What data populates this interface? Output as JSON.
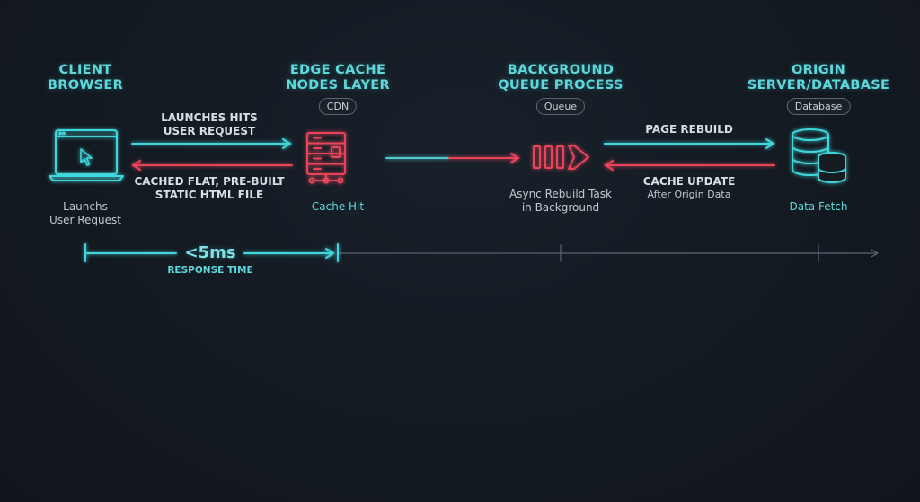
{
  "nodes": {
    "client": {
      "title_line1": "CLIENT",
      "title_line2": "BROWSER",
      "caption_line1": "Launchs",
      "caption_line2": "User Request"
    },
    "edge": {
      "title_line1": "EDGE CACHE",
      "title_line2": "NODES LAYER",
      "tag": "CDN",
      "caption": "Cache Hit"
    },
    "queue": {
      "title_line1": "BACKGROUND",
      "title_line2": "QUEUE PROCESS",
      "tag": "Queue",
      "caption_line1": "Async Rebuild Task",
      "caption_line2": "in Background"
    },
    "origin": {
      "title_line1": "ORIGIN",
      "title_line2": "SERVER/DATABASE",
      "tag": "Database",
      "caption": "Data Fetch"
    }
  },
  "arrows": {
    "request_line1": "LAUNCHES HITS",
    "request_line2": "USER REQUEST",
    "response_line1": "CACHED FLAT, PRE-BUILT",
    "response_line2": "STATIC HTML FILE",
    "rebuild": "PAGE REBUILD",
    "update_line1": "CACHE UPDATE",
    "update_line2": "After Origin Data"
  },
  "timeline": {
    "value": "<5ms",
    "label": "RESPONSE TIME"
  },
  "colors": {
    "cyan": "#3fd6db",
    "red": "#e8455a",
    "background": "#141a21",
    "text": "#d9dee4"
  },
  "icons": {
    "client": "laptop-cursor-icon",
    "edge": "server-rack-icon",
    "queue": "queue-arrow-icon",
    "origin": "database-icon"
  }
}
